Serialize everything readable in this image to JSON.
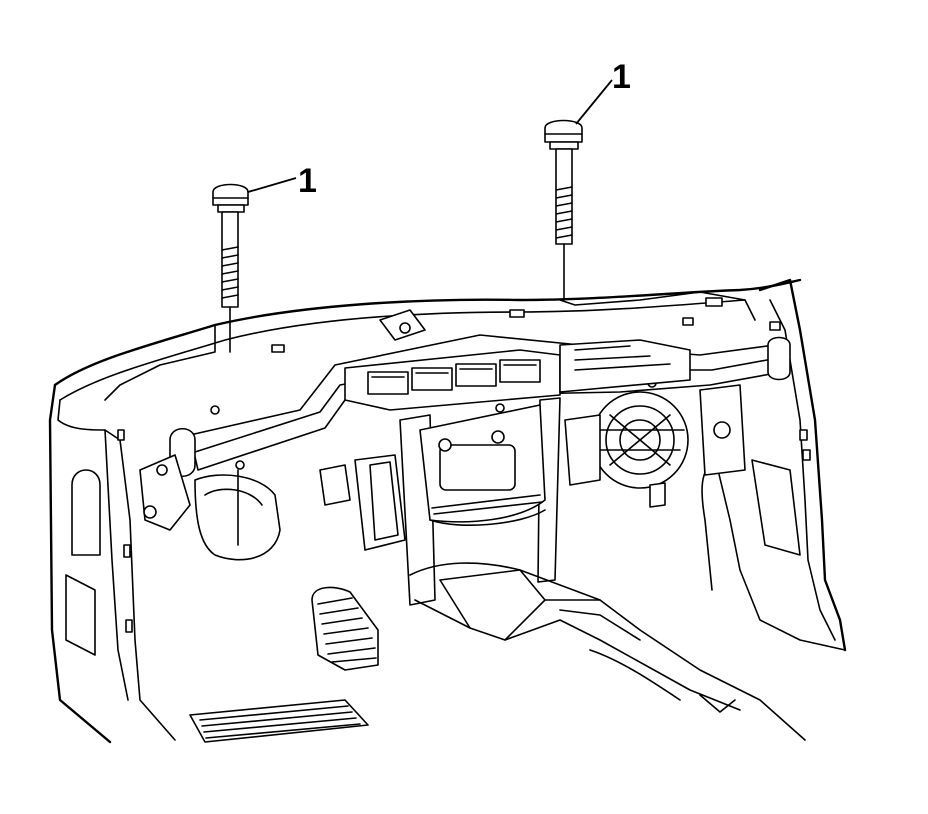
{
  "callouts": [
    {
      "id": "bolt-left",
      "label": "1"
    },
    {
      "id": "bolt-right",
      "label": "1"
    }
  ],
  "colors": {
    "line": "#000000",
    "background": "#ffffff"
  }
}
